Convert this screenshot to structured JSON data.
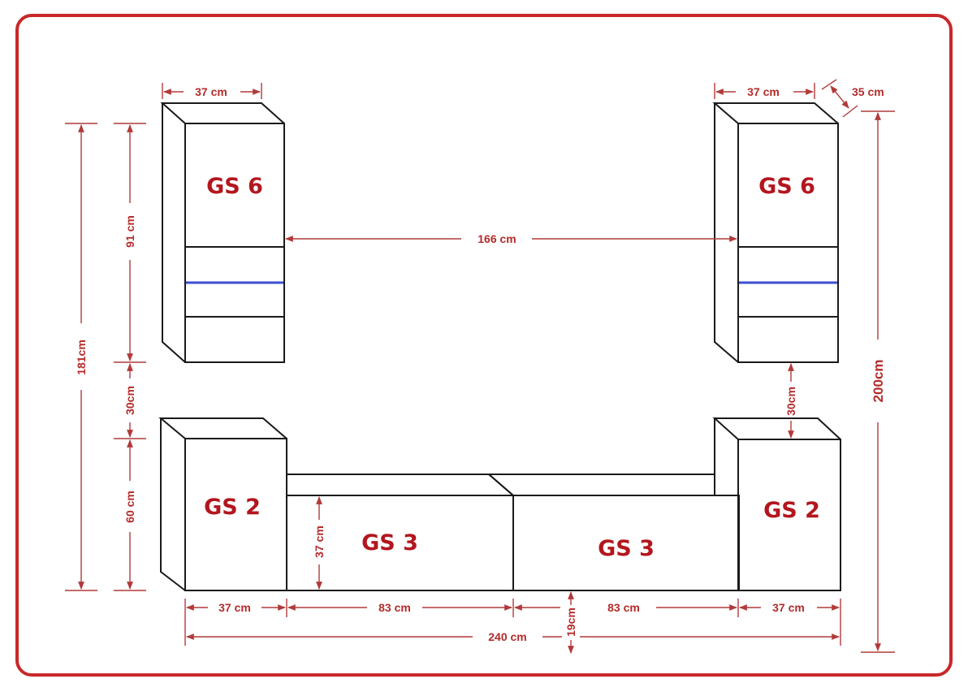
{
  "colors": {
    "frame": "#c8282a",
    "dimension": "#b23a3a",
    "label": "#b3161e",
    "outline": "#1a1a1a",
    "led": "#3b4fd1"
  },
  "modules": {
    "top_left": "GS 6",
    "top_right": "GS 6",
    "bottom_left": "GS 2",
    "bottom_right": "GS 2",
    "middle_left": "GS 3",
    "middle_right": "GS 3"
  },
  "dimensions": {
    "top_left_width": "37 cm",
    "top_right_width": "37 cm",
    "top_right_depth": "35 cm",
    "gap_between_top": "166 cm",
    "left_total_height": "181cm",
    "left_cabinet_height": "91 cm",
    "left_gap_height": "30cm",
    "left_base_height": "60 cm",
    "right_gap_height": "30cm",
    "right_total_height": "200cm",
    "gs3_height": "37 cm",
    "bottom_left_width": "37 cm",
    "bottom_mid_left_width": "83 cm",
    "bottom_mid_right_width": "83 cm",
    "bottom_right_width": "37 cm",
    "total_width": "240 cm",
    "floor_clearance": "19cm"
  }
}
